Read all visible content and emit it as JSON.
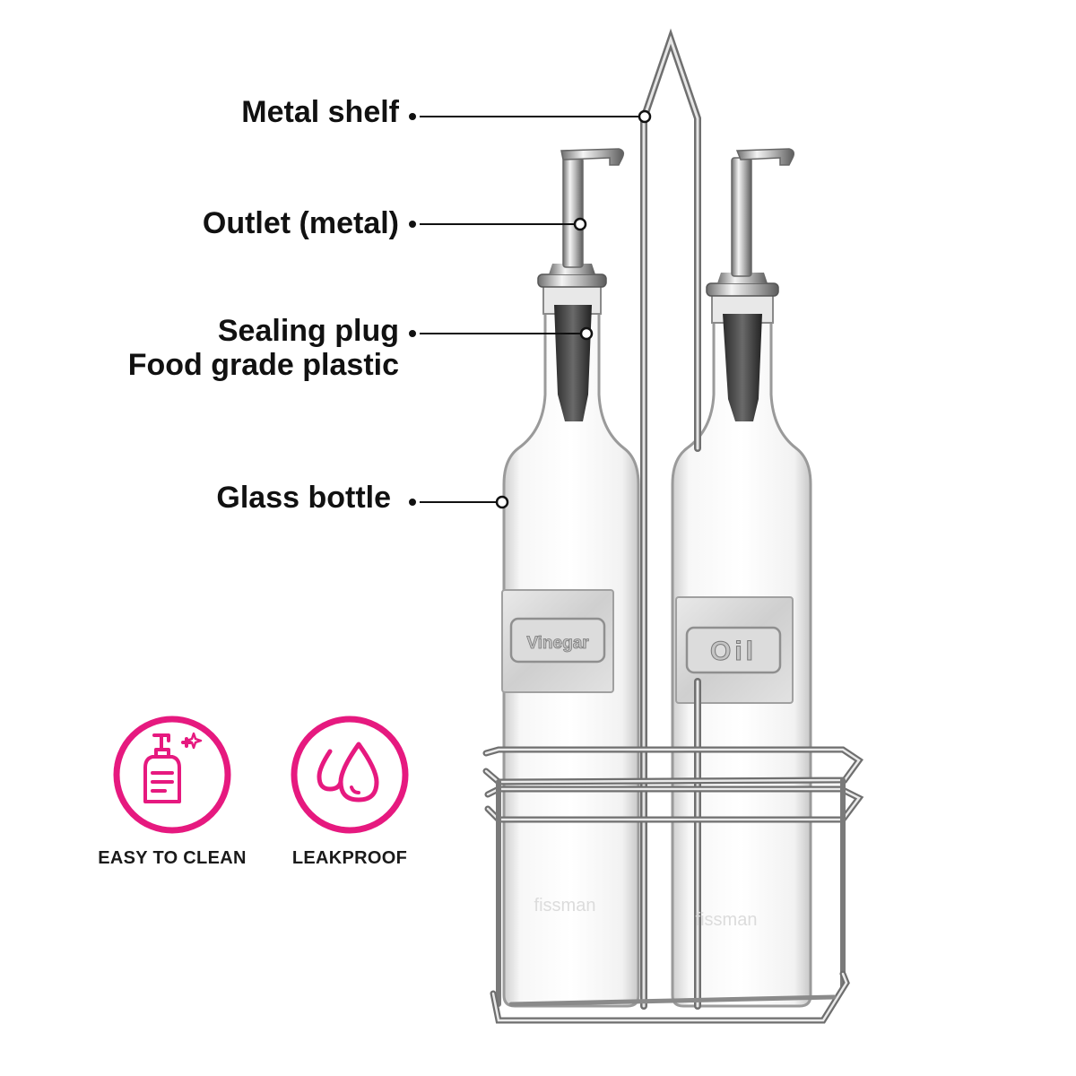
{
  "callouts": {
    "metal_shelf": "Metal shelf",
    "outlet": "Outlet (metal)",
    "sealing_plug_line1": "Sealing plug",
    "sealing_plug_line2": "Food grade plastic",
    "glass_bottle": "Glass bottle"
  },
  "bottles": {
    "left_label": "Vinegar",
    "right_label": "Oil",
    "brand_mark": "fissman"
  },
  "features": [
    {
      "label": "EASY TO CLEAN",
      "icon": "soap-dispenser-icon"
    },
    {
      "label": "LEAKPROOF",
      "icon": "water-drops-icon"
    }
  ],
  "colors": {
    "accent": "#e6197f",
    "text": "#111111",
    "metal": "#9a9a9a",
    "glass_edge": "#a9a9a9"
  }
}
